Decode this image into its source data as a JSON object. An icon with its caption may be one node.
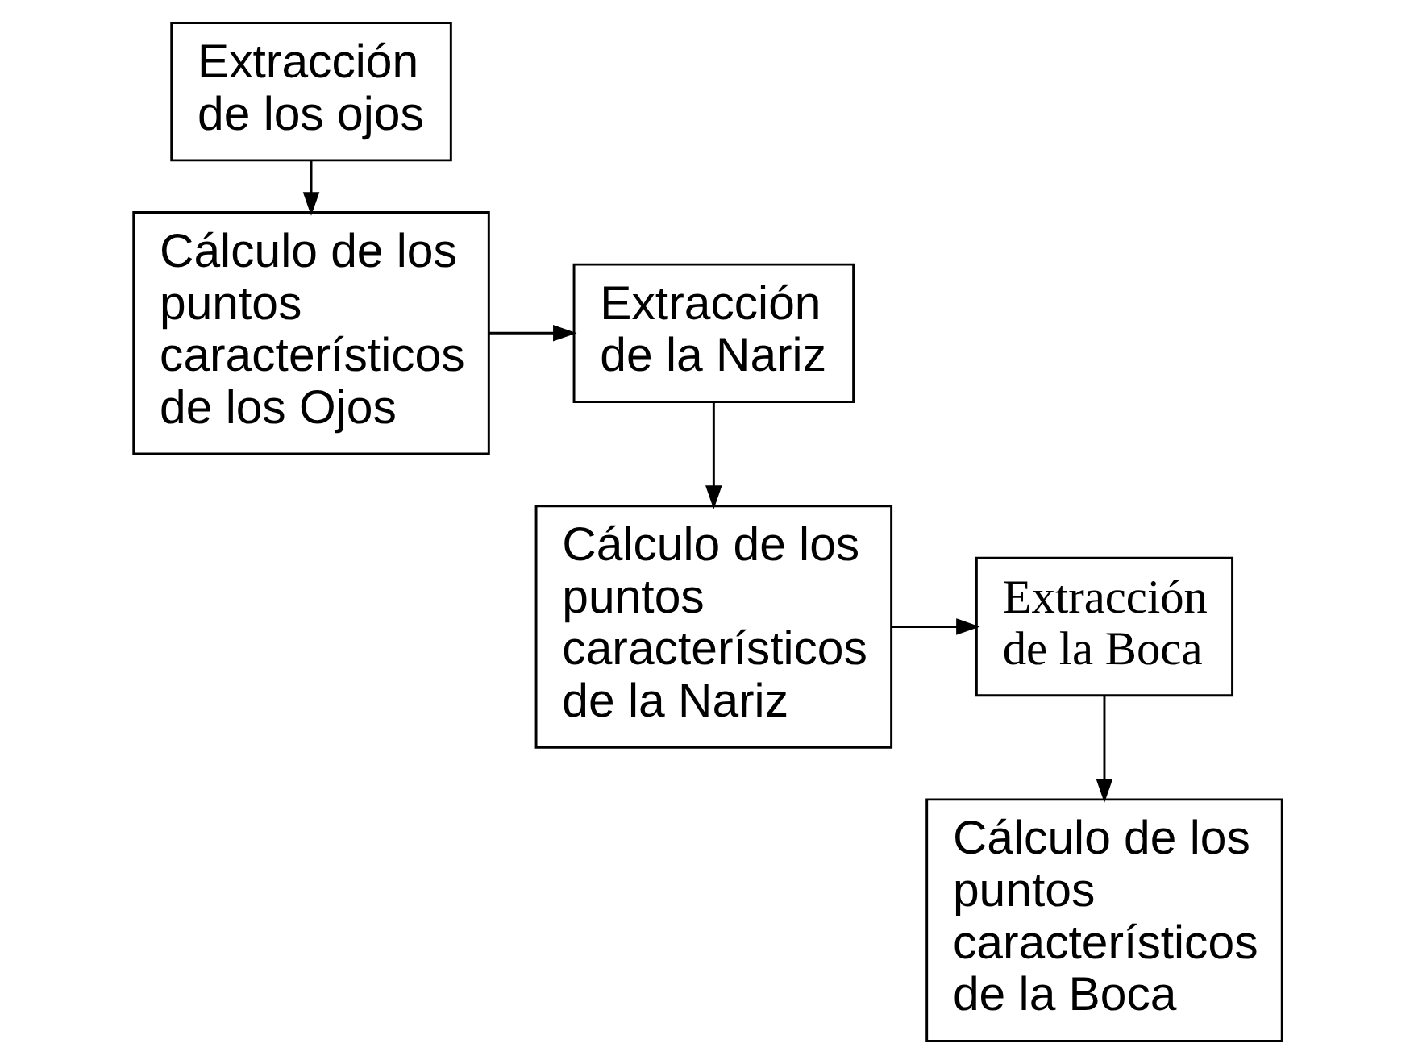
{
  "diagram": {
    "nodes": [
      {
        "text": [
          "Extracción de los ojos"
        ]
      },
      {
        "text": [
          "Cálculo de los puntos característicos de los Ojos"
        ]
      },
      {
        "text": [
          "Extracción de la Nariz"
        ]
      },
      {
        "text": [
          "Cálculo de los puntos característicos de la Nariz"
        ]
      },
      {
        "text": [
          "Extracción de la Boca"
        ]
      },
      {
        "text": [
          "Cálculo de los puntos característicos de la Boca"
        ]
      }
    ],
    "edges": [
      {
        "from": 0,
        "to": 1,
        "arrow": "to"
      },
      {
        "from": 1,
        "to": 2,
        "arrow": "to"
      },
      {
        "from": 2,
        "to": 3,
        "arrow": "to"
      },
      {
        "from": 3,
        "to": 4,
        "arrow": "to"
      },
      {
        "from": 4,
        "to": 5,
        "arrow": "to"
      }
    ]
  }
}
